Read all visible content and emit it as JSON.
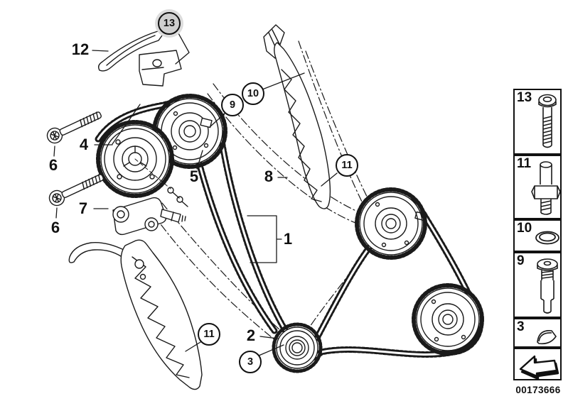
{
  "figure": {
    "labels": {
      "l12": "12",
      "l4": "4",
      "l6a": "6",
      "l6b": "6",
      "l5": "5",
      "l7": "7",
      "l8": "8",
      "l1": "1",
      "l2": "2"
    },
    "callouts": {
      "c13": "13",
      "c9": "9",
      "c10": "10",
      "c11a": "11",
      "c11b": "11",
      "c3": "3"
    }
  },
  "sidebar": {
    "items": [
      {
        "number": "13",
        "icon": "socket-head-screw-icon"
      },
      {
        "number": "11",
        "icon": "pivot-bolt-icon"
      },
      {
        "number": "10",
        "icon": "seal-ring-icon"
      },
      {
        "number": "9",
        "icon": "tensioner-screw-icon"
      },
      {
        "number": "3",
        "icon": "woodruff-key-icon"
      }
    ],
    "nav_arrow_icon": "back-arrow-icon",
    "part_number": "00173666"
  },
  "colors": {
    "line": "#1a1a1a",
    "highlight": "#cfcfcf",
    "background": "#ffffff"
  }
}
